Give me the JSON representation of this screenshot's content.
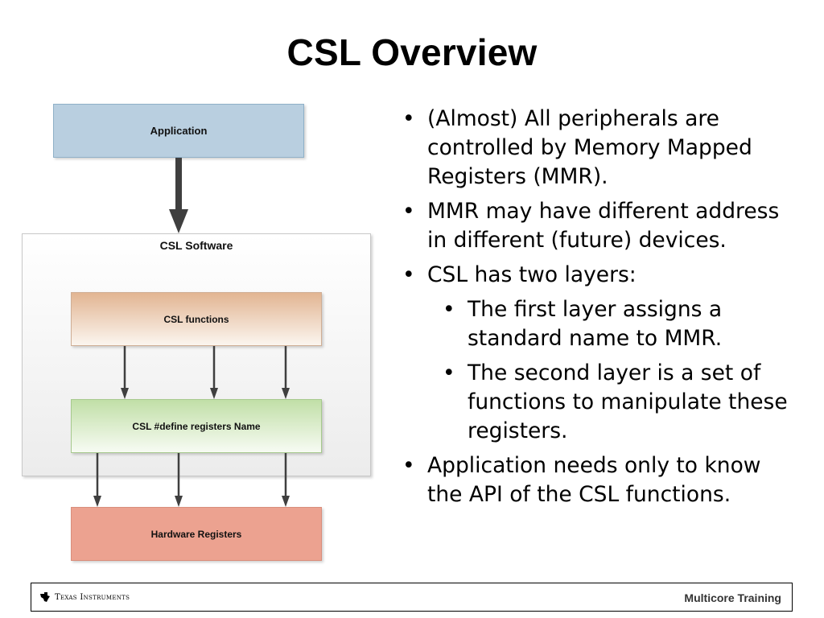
{
  "slide": {
    "title": "CSL Overview"
  },
  "diagram": {
    "application": "Application",
    "csl_software": "CSL Software",
    "csl_functions": "CSL functions",
    "csl_define": "CSL #define registers Name",
    "hardware_registers": "Hardware Registers",
    "arrow_color": "#3f3f3f"
  },
  "bullets": [
    {
      "level": 1,
      "text": "(Almost) All peripherals are controlled by Memory Mapped Registers (MMR)."
    },
    {
      "level": 1,
      "text": "MMR may have different address in different (future) devices."
    },
    {
      "level": 1,
      "text": "CSL has two layers:"
    },
    {
      "level": 2,
      "text": "The first layer assigns a standard name to MMR."
    },
    {
      "level": 2,
      "text": "The second layer is a set of functions to manipulate these registers."
    },
    {
      "level": 1,
      "text": "Application needs only to know the API of the CSL functions."
    }
  ],
  "footer": {
    "left_logo_text": "Texas Instruments",
    "right_text": "Multicore Training",
    "logo_icon": "ti-logo-icon"
  }
}
